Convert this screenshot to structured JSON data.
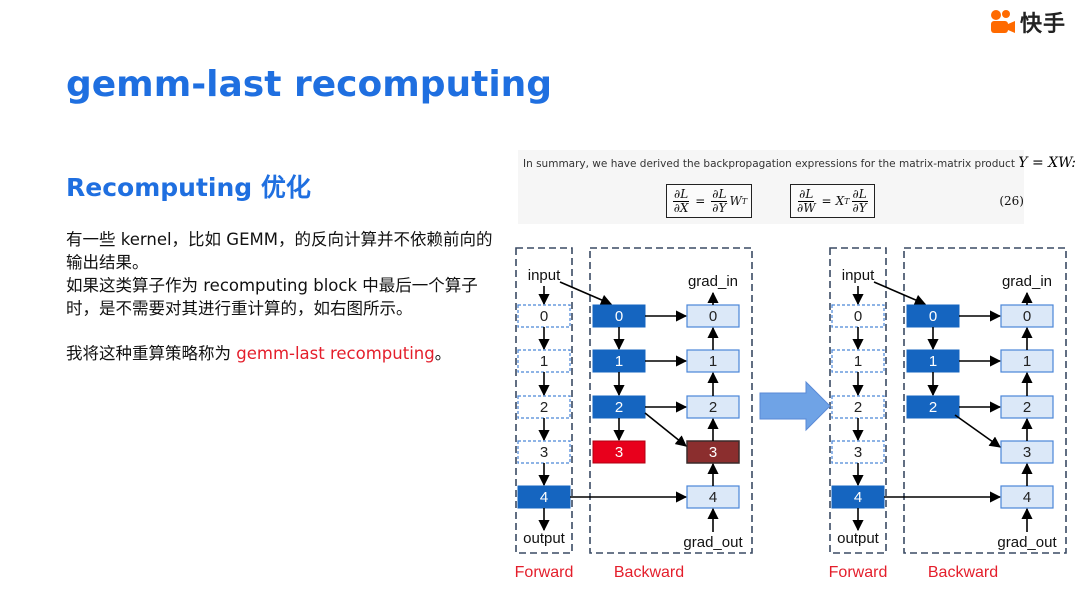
{
  "brand": {
    "logo_text": "快手"
  },
  "title": "gemm-last recomputing",
  "section_title": "Recomputing 优化",
  "paragraphs": {
    "p1": "有一些 kernel，比如 GEMM，的反向计算并不依赖前向的输出结果。",
    "p2": "如果这类算子作为 recomputing block 中最后一个算子时，是不需要对其进行重计算的，如右图所示。",
    "p3_prefix": "我将这种重算策略称为 ",
    "p3_highlight": "gemm-last recomputing",
    "p3_suffix": "。"
  },
  "formula": {
    "caption": "In summary, we have derived the backpropagation expressions for the matrix-matrix product",
    "caption_math": "Y = XW:",
    "eq1": {
      "lhs_num": "∂L",
      "lhs_den": "∂X",
      "rhs_num": "∂L",
      "rhs_den": "∂Y",
      "tail": "W",
      "tail_sup": "T"
    },
    "eq2": {
      "lhs_num": "∂L",
      "lhs_den": "∂W",
      "head": "X",
      "head_sup": "T",
      "rhs_num": "∂L",
      "rhs_den": "∂Y"
    },
    "number": "(26)"
  },
  "diagram_labels": {
    "input": "input",
    "output": "output",
    "grad_in": "grad_in",
    "grad_out": "grad_out",
    "forward": "Forward",
    "backward": "Backward",
    "nodes": [
      "0",
      "1",
      "2",
      "3",
      "4"
    ]
  },
  "colors": {
    "title_blue": "#1f6fe0",
    "highlight_red": "#e41e2b",
    "saved_block": "#1565c0",
    "recomputed_block": "#e8001c",
    "grad_block": "#8b2e2e",
    "light_block": "#dbe8f8",
    "light_border": "#4a86d8",
    "dashed_border": "#3a4a63",
    "arrow_fill": "#6fa3e6"
  }
}
